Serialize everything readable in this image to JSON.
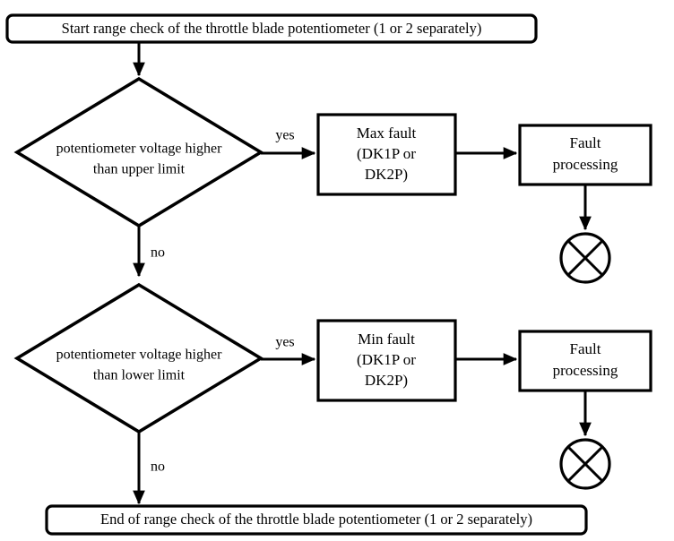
{
  "diagram": {
    "title": "Throttle blade potentiometer range check flowchart",
    "background_color": "#ffffff",
    "line_color": "#000000",
    "nodes": {
      "start": {
        "shape": "rounded-terminal",
        "label": "Start range check of the throttle blade potentiometer (1 or 2 separately)"
      },
      "decision_upper": {
        "shape": "diamond",
        "line1": "potentiometer voltage higher",
        "line2": "than upper limit"
      },
      "decision_lower": {
        "shape": "diamond",
        "line1": "potentiometer voltage higher",
        "line2": "than lower limit"
      },
      "max_fault": {
        "shape": "rectangle",
        "line1": "Max fault",
        "line2": "(DK1P or",
        "line3": "DK2P)"
      },
      "min_fault": {
        "shape": "rectangle",
        "line1": "Min fault",
        "line2": "(DK1P or",
        "line3": "DK2P)"
      },
      "fault_processing_upper": {
        "shape": "rectangle",
        "line1": "Fault",
        "line2": "processing"
      },
      "fault_processing_lower": {
        "shape": "rectangle",
        "line1": "Fault",
        "line2": "processing"
      },
      "terminator_upper": {
        "shape": "circle-with-cross",
        "label": ""
      },
      "terminator_lower": {
        "shape": "circle-with-cross",
        "label": ""
      },
      "end": {
        "shape": "rounded-terminal",
        "label": "End of range check of the throttle blade potentiometer (1 or 2 separately)"
      }
    },
    "edge_labels": {
      "upper_yes": "yes",
      "upper_no": "no",
      "lower_yes": "yes",
      "lower_no": "no"
    }
  }
}
